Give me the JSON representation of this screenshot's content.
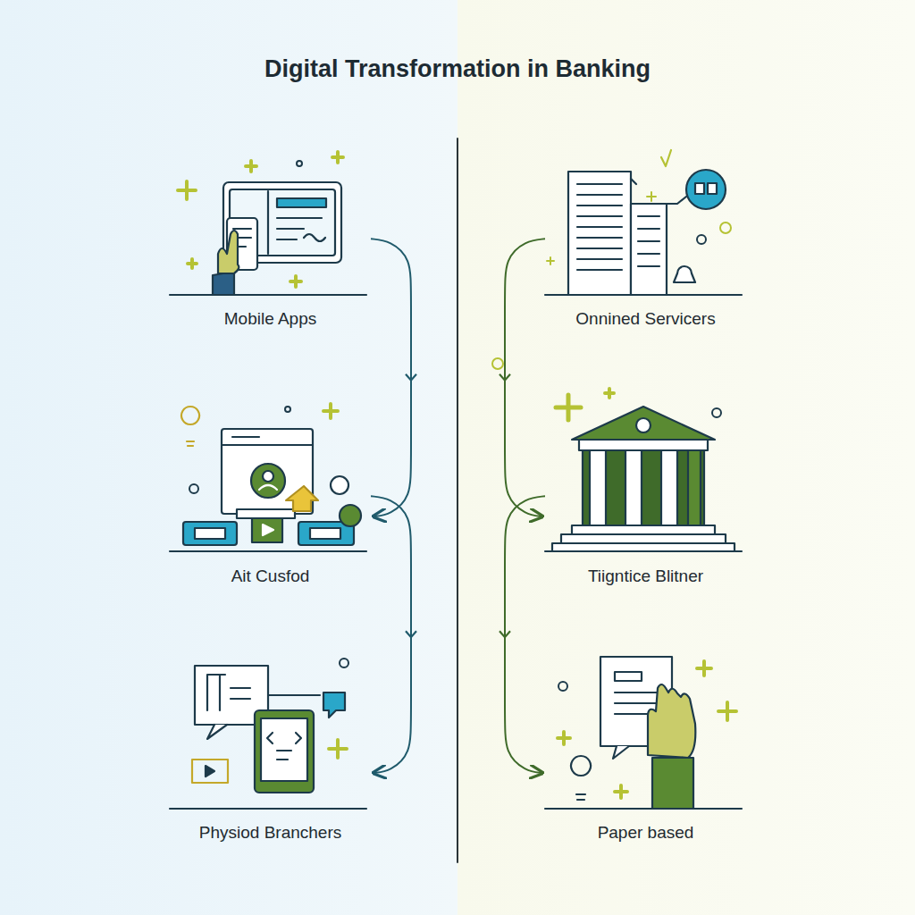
{
  "diagram": {
    "title": "Digital Transformation in Banking",
    "nodes": [
      {
        "text": [
          "Mobile Apps"
        ]
      },
      {
        "text": [
          "Ait Cusfod"
        ]
      },
      {
        "text": [
          "Physiod Branchers"
        ]
      },
      {
        "text": [
          "Onnined Servicers"
        ]
      },
      {
        "text": [
          "Tiigntice Blitner"
        ]
      },
      {
        "text": [
          "Paper based"
        ]
      }
    ],
    "edges": [
      {
        "from": 0,
        "to": 1,
        "arrow": "to"
      },
      {
        "from": 1,
        "to": 2,
        "arrow": "to"
      },
      {
        "from": 3,
        "to": 4,
        "arrow": "to"
      },
      {
        "from": 4,
        "to": 5,
        "arrow": "to"
      }
    ]
  }
}
